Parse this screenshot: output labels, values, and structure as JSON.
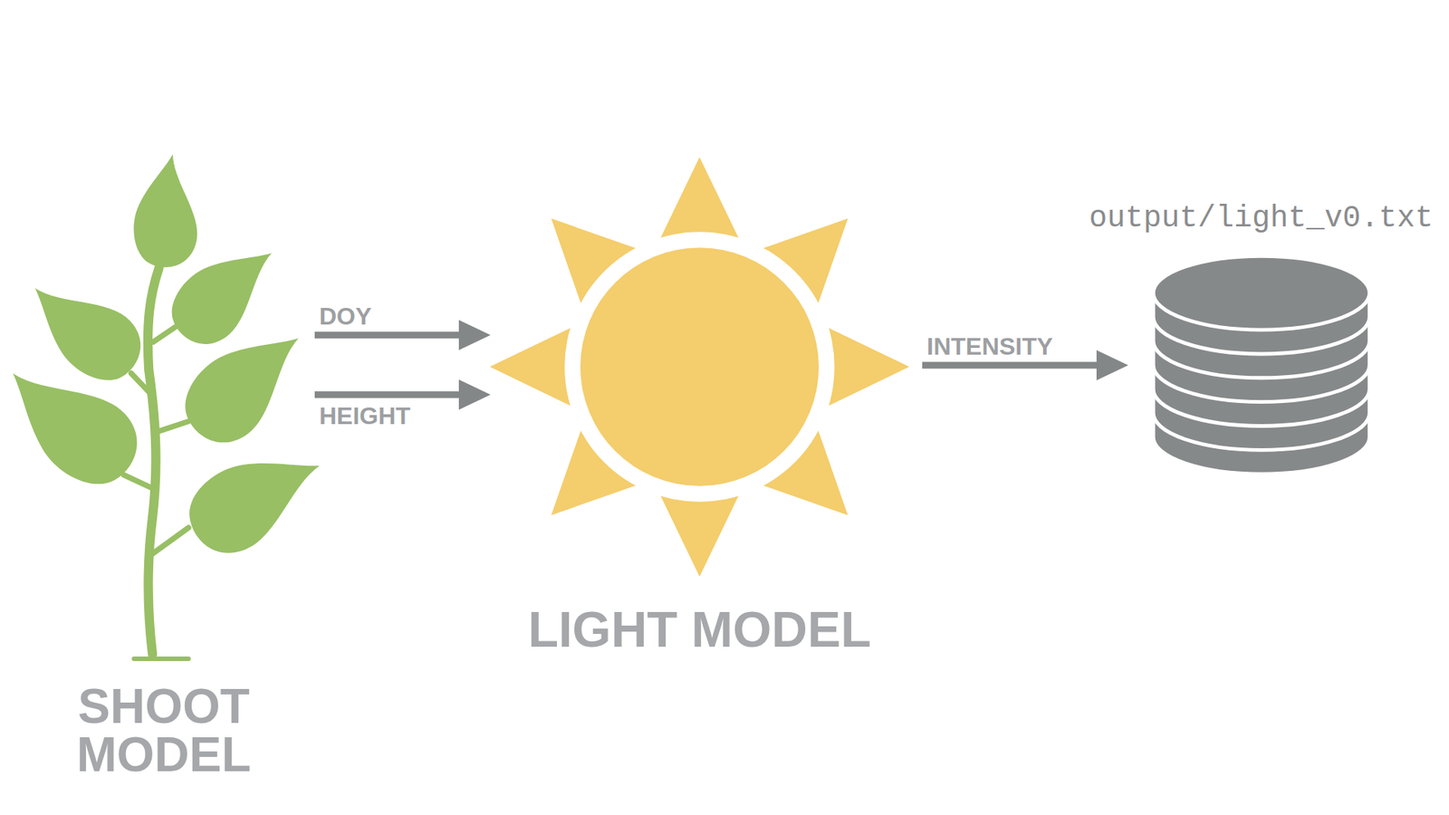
{
  "diagram": {
    "nodes": [
      {
        "text": [
          "SHOOT MODEL"
        ]
      },
      {
        "text": [
          "LIGHT MODEL"
        ]
      },
      {
        "text": [
          "output/light_v0.txt"
        ]
      }
    ],
    "edges": [
      {
        "from": 0,
        "to": 1,
        "label": "DOY",
        "arrow": "to"
      },
      {
        "from": 0,
        "to": 1,
        "label": "HEIGHT",
        "arrow": "to"
      },
      {
        "from": 1,
        "to": 2,
        "label": "INTENSITY",
        "arrow": "to"
      }
    ]
  }
}
